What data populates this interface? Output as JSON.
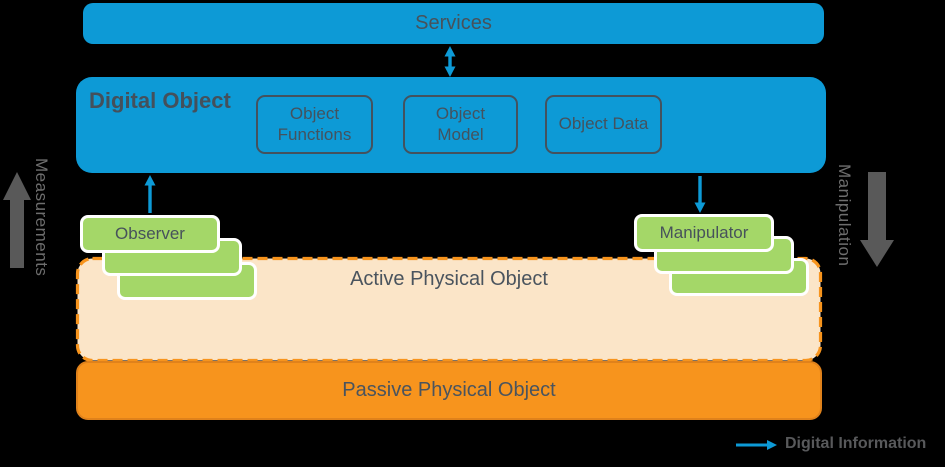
{
  "nodes": {
    "services": "Services",
    "digital_object": "Digital Object",
    "object_functions": "Object Functions",
    "object_model": "Object Model",
    "object_data": "Object Data",
    "observer": "Observer",
    "manipulator": "Manipulator",
    "active_physical_object": "Active Physical Object",
    "passive_physical_object": "Passive Physical Object"
  },
  "flows": {
    "measurements": {
      "label": "Measurements",
      "direction": "up"
    },
    "manipulation": {
      "label": "Manipulation",
      "direction": "down"
    },
    "services_digital_object": {
      "direction": "bidirectional"
    },
    "observer_to_digital_object": {
      "direction": "up"
    },
    "digital_object_to_manipulator": {
      "direction": "down"
    }
  },
  "legend": {
    "label": "Digital Information",
    "arrow_color": "#0D9AD6"
  },
  "colors": {
    "background": "#000000",
    "blue": "#0D9AD6",
    "green": "#A4D768",
    "green_border": "#FFFFFF",
    "orange": "#F7941D",
    "orange_border": "#E0821B",
    "peach": "#FBE5C8",
    "dark_text": "#47525B",
    "gray_arrow": "#595959",
    "side_label_gray": "#6E6E6E"
  }
}
